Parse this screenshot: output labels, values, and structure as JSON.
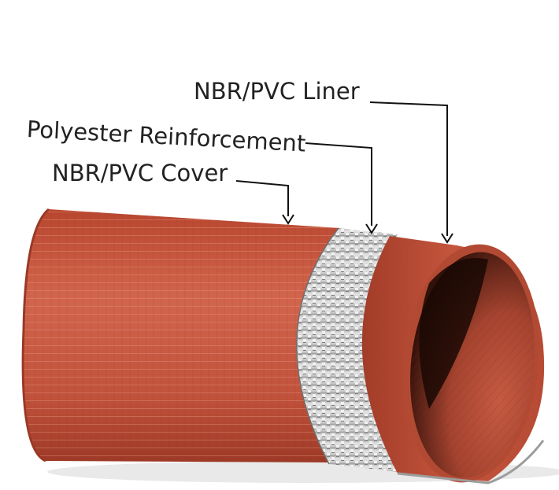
{
  "labels": {
    "liner": "NBR/PVC Liner",
    "reinforcement": "Polyester Reinforcement",
    "cover": "NBR/PVC Cover"
  },
  "colors": {
    "rubber": "#c2513a",
    "rubber_dark": "#8f3222",
    "rubber_light": "#d8705a",
    "braid": "#c9c9c9",
    "braid_dark": "#8e8e8e",
    "leader": "#111111"
  }
}
